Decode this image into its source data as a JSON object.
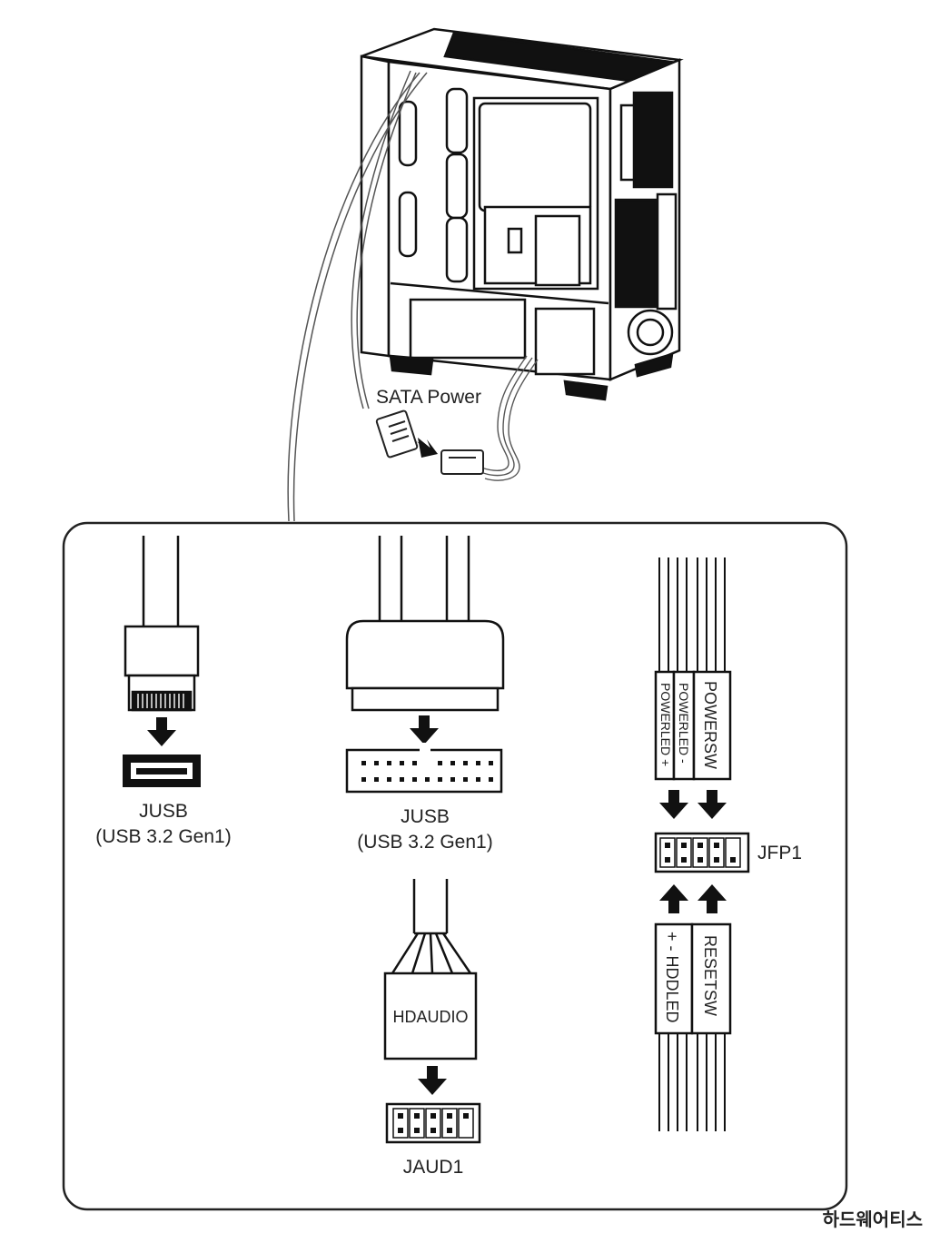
{
  "case_labels": {
    "sata_power": "SATA Power"
  },
  "connectors": {
    "jusb_left": {
      "name": "JUSB",
      "sub": "(USB 3.2 Gen1)"
    },
    "jusb_mid": {
      "name": "JUSB",
      "sub": "(USB 3.2 Gen1)"
    },
    "hdaudio": {
      "cable": "HDAUDIO",
      "header": "JAUD1"
    },
    "jfp1": {
      "header": "JFP1",
      "top_cables": {
        "power_led_plus": "POWERLED +",
        "power_led_minus": "POWERLED -",
        "power_sw": "POWERSW"
      },
      "bottom_cables": {
        "hdd_led": "+ - HDDLED",
        "reset_sw": "RESETSW"
      }
    }
  },
  "watermark": "하드웨어티스"
}
